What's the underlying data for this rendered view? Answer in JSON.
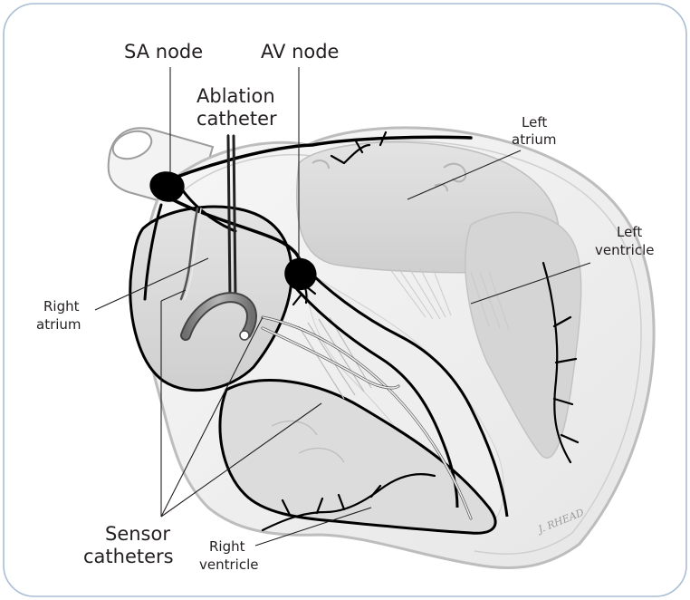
{
  "labels": {
    "sa_node": "SA node",
    "av_node": "AV node",
    "ablation_1": "Ablation",
    "ablation_2": "catheter",
    "left_atrium_1": "Left",
    "left_atrium_2": "atrium",
    "left_ventricle_1": "Left",
    "left_ventricle_2": "ventricle",
    "right_atrium_1": "Right",
    "right_atrium_2": "atrium",
    "right_ventricle_1": "Right",
    "right_ventricle_2": "ventricle",
    "sensor_1": "Sensor",
    "sensor_2": "catheters"
  },
  "signature": "J. RHEAD",
  "colors": {
    "frame_border": "#a9bdd4",
    "outline": "#000000",
    "chamber_fill": "#d9d9d9",
    "body_fill": "#f2f2f2",
    "outer_edge": "#bdbdbd",
    "catheter_gray": "#8a8a8a"
  }
}
